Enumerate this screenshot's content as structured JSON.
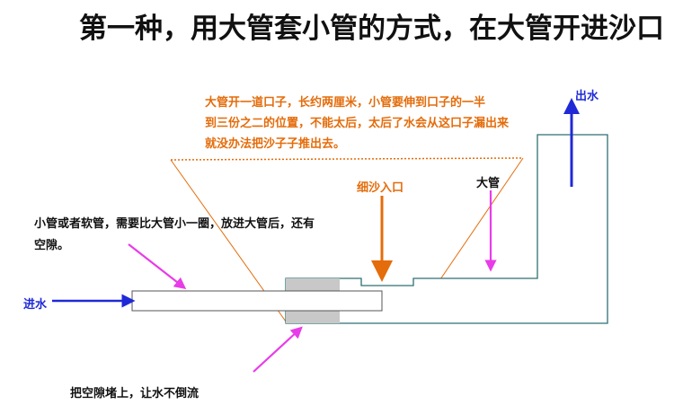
{
  "title": "第一种，用大管套小管的方式，在大管开进沙口",
  "note_slot": {
    "line1": "大管开一道口子，长约两厘米，小管要伸到口子的一半",
    "line2": "到三份之二的位置，不能太后，太后了水会从这口子漏出来",
    "line3": "就没办法把沙子子推出去。"
  },
  "note_small_pipe": {
    "line1": "小管或者软管，需要比大管小一圈，放进大管后，还有",
    "line2": "空隙。"
  },
  "note_seal": "把空隙堵上，让水不倒流",
  "label_sand_inlet": "细沙入口",
  "label_big_pipe": "大管",
  "label_water_in": "进水",
  "label_water_out": "出水",
  "colors": {
    "orange": "#e46c0a",
    "blue": "#1f2ad6",
    "magenta": "#e83ce8",
    "pipe_outline": "#2e6f73",
    "seal_gray": "#c8c8c8"
  }
}
